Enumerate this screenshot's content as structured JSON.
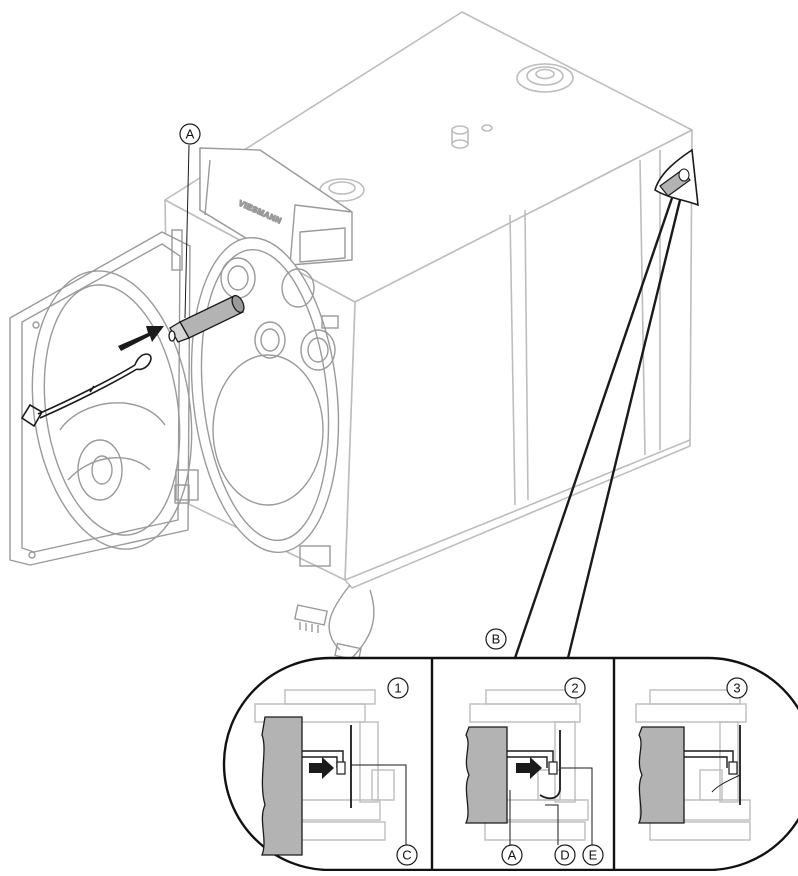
{
  "diagram": {
    "callouts": {
      "a_top": "A",
      "b": "B",
      "c": "C",
      "a_detail": "A",
      "d": "D",
      "e": "E"
    },
    "steps": [
      "1",
      "2",
      "3"
    ],
    "brand_text": "VIESMANN"
  },
  "colors": {
    "line": "#1a1a1a",
    "body_line": "#bdbdbd",
    "sensor_fill": "#b3b3b3",
    "panel_border": "#111111"
  }
}
